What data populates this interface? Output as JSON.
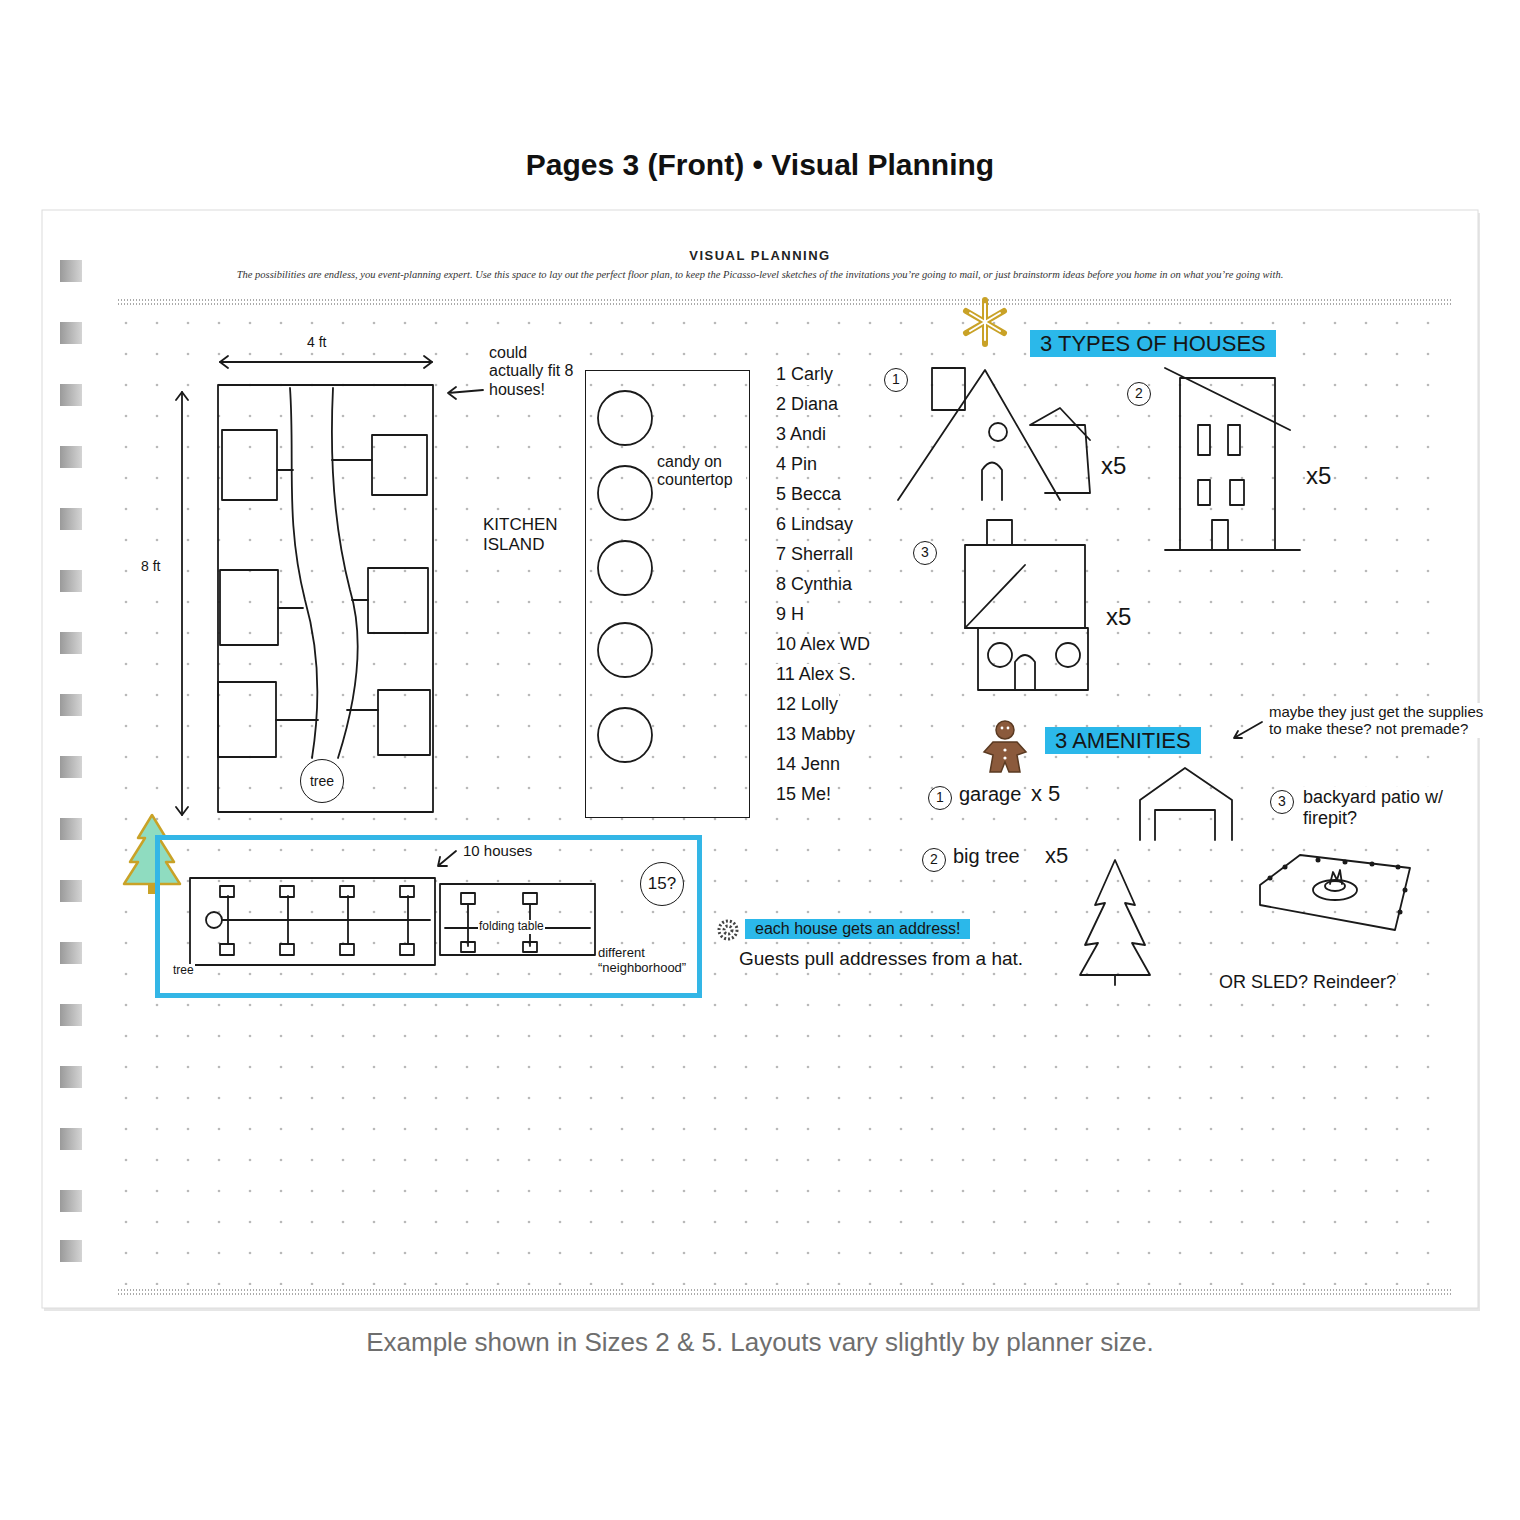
{
  "diagram": {
    "title": "Pages 3 (Front) • Visual Planning",
    "caption": "Example shown in Sizes 2 & 5. Layouts vary slightly by planner size.",
    "nodes": [
      {
        "text": [
          "VISUAL PLANNING",
          "The possibilities are endless, you event-planning expert. Use this space to lay out the perfect floor plan, to keep the Picasso-level sketches of the invitations you’re going to mail, or just brainstorm ideas before you home in on what you’re going with."
        ]
      },
      {
        "text": [
          "tree"
        ],
        "in": 0
      },
      {
        "text": [
          "candy on countertop"
        ],
        "in": 0
      },
      {
        "text": [
          "10 houses",
          "folding table",
          "tree",
          "different “neighborhood”"
        ],
        "in": 0
      },
      {
        "text": [
          "15?"
        ],
        "in": 3
      },
      {
        "text": [
          "3 TYPES OF HOUSES"
        ],
        "in": 0
      },
      {
        "text": [
          "3 AMENITIES"
        ],
        "in": 0
      },
      {
        "text": [
          "each house gets an address!"
        ],
        "in": 0
      }
    ],
    "labels": [
      "4 ft",
      "8 ft",
      "could actually fit 8 houses!",
      "KITCHEN ISLAND",
      "1 Carly",
      "2 Diana",
      "3 Andi",
      "4 Pin",
      "5 Becca",
      "6 Lindsay",
      "7 Sherrall",
      "8 Cynthia",
      "9 H",
      "10 Alex WD",
      "11 Alex S.",
      "12 Lolly",
      "13 Mabby",
      "14 Jenn",
      "15 Me!",
      "1",
      "x5",
      "2",
      "x5",
      "3",
      "x5",
      "maybe they just get the supplies to make these? not premade?",
      "1",
      "garage",
      "x 5",
      "2",
      "big tree",
      "x5",
      "3",
      "backyard patio w/ firepit?",
      "OR SLED? Reindeer?",
      "Guests pull addresses from a hat."
    ]
  }
}
